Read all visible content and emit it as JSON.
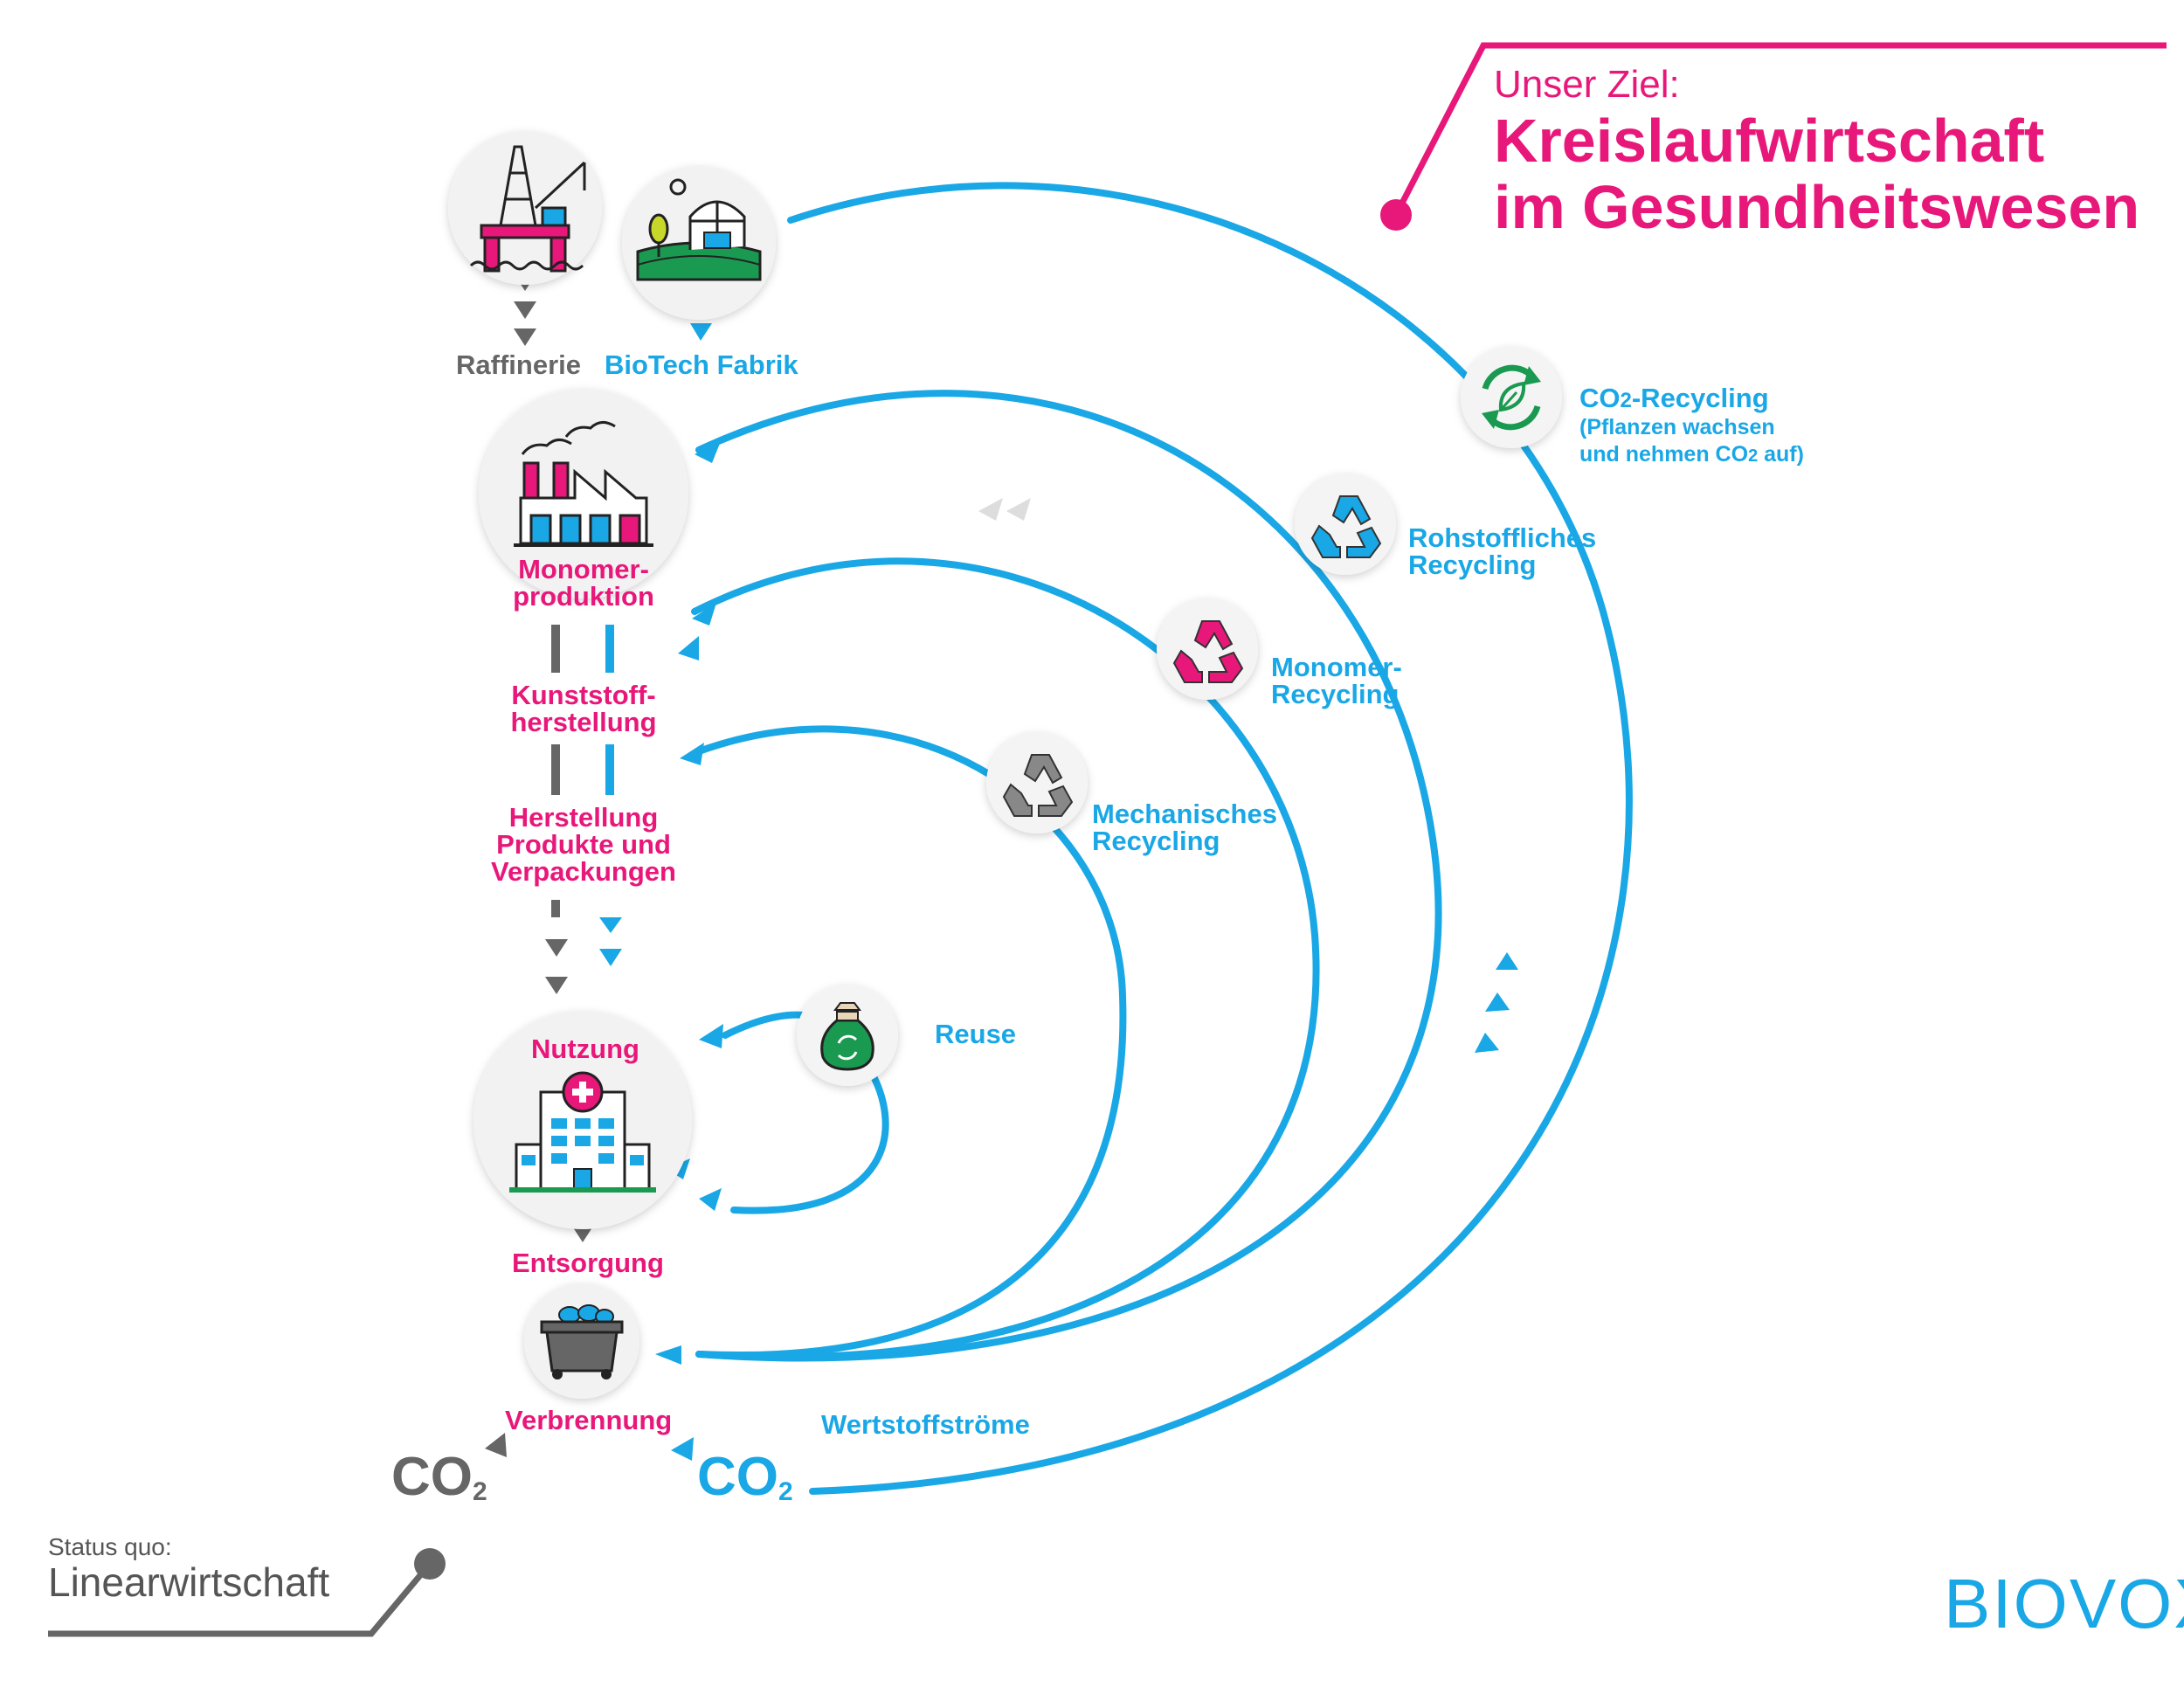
{
  "goal": {
    "heading": "Unser Ziel:",
    "title_line1": "Kreislaufwirtschaft",
    "title_line2": "im Gesundheitswesen"
  },
  "status_quo": {
    "heading": "Status quo:",
    "title": "Linearwirtschaft"
  },
  "brand": "BIOVOX",
  "linear_chain": {
    "raffinerie": "Raffinerie",
    "biotech": "BioTech Fabrik",
    "monomer_line1": "Monomer-",
    "monomer_line2": "produktion",
    "kunststoff_line1": "Kunststoff-",
    "kunststoff_line2": "herstellung",
    "herstellung_line1": "Herstellung",
    "herstellung_line2": "Produkte und",
    "herstellung_line3": "Verpackungen",
    "nutzung": "Nutzung",
    "entsorgung": "Entsorgung",
    "verbrennung": "Verbrennung"
  },
  "loops": {
    "reuse": "Reuse",
    "mechanisches_line1": "Mechanisches",
    "mechanisches_line2": "Recycling",
    "monomer_line1": "Monomer-",
    "monomer_line2": "Recycling",
    "rohstoff_line1": "Rohstoffliches",
    "rohstoff_line2": "Recycling",
    "co2_title_prefix": "CO",
    "co2_title_sub": "2",
    "co2_title_suffix": "-Recycling",
    "co2_note_line1": "(Pflanzen wachsen",
    "co2_note_line2_prefix": "und nehmen CO",
    "co2_note_line2_sub": "2",
    "co2_note_line2_suffix": " auf)",
    "wertstoff": "Wertstoffströme"
  },
  "co2_grey": {
    "main": "CO",
    "sub": "2"
  },
  "co2_blue": {
    "main": "CO",
    "sub": "2"
  },
  "colors": {
    "pink": "#e8177a",
    "blue": "#19a7e6",
    "grey": "#666666",
    "circle": "#f2f2f2"
  },
  "icons": [
    "oil-rig-icon",
    "biotech-farm-icon",
    "factory-icon",
    "hospital-icon",
    "trash-bin-icon",
    "money-bag-icon",
    "recycle-grey-icon",
    "recycle-pink-icon",
    "recycle-blue-icon",
    "co2-recycle-leaf-icon"
  ]
}
